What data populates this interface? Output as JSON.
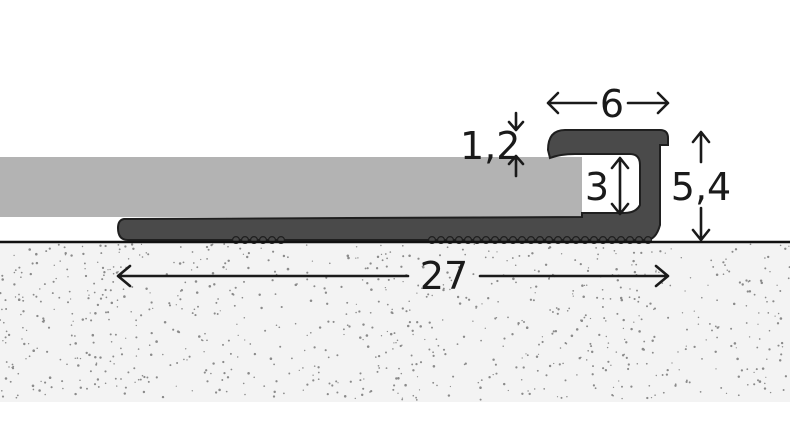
{
  "diagram": {
    "dimensions": {
      "overall_width": "27",
      "profile_top_width": "6",
      "wall_thickness": "1,2",
      "inner_height": "3",
      "total_height": "5,4"
    },
    "colors": {
      "background": "#ffffff",
      "tile": "#b3b3b3",
      "profile": "#4a4a4a",
      "substrate_dots": "#8a8a8a",
      "line": "#1a1a1a"
    }
  }
}
